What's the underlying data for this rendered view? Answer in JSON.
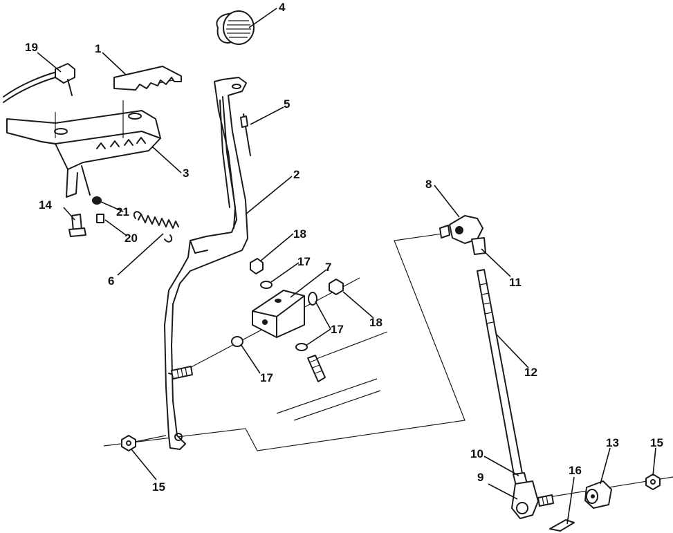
{
  "callouts": [
    {
      "id": "c1",
      "label": "1"
    },
    {
      "id": "c2",
      "label": "2"
    },
    {
      "id": "c3",
      "label": "3"
    },
    {
      "id": "c4",
      "label": "4"
    },
    {
      "id": "c5",
      "label": "5"
    },
    {
      "id": "c6",
      "label": "6"
    },
    {
      "id": "c7",
      "label": "7"
    },
    {
      "id": "c8",
      "label": "8"
    },
    {
      "id": "c9",
      "label": "9"
    },
    {
      "id": "c10",
      "label": "10"
    },
    {
      "id": "c11",
      "label": "11"
    },
    {
      "id": "c12",
      "label": "12"
    },
    {
      "id": "c13",
      "label": "13"
    },
    {
      "id": "c14",
      "label": "14"
    },
    {
      "id": "c15a",
      "label": "15"
    },
    {
      "id": "c15b",
      "label": "15"
    },
    {
      "id": "c16",
      "label": "16"
    },
    {
      "id": "c17a",
      "label": "17"
    },
    {
      "id": "c17b",
      "label": "17"
    },
    {
      "id": "c17c",
      "label": "17"
    },
    {
      "id": "c18a",
      "label": "18"
    },
    {
      "id": "c18b",
      "label": "18"
    },
    {
      "id": "c19",
      "label": "19"
    },
    {
      "id": "c20",
      "label": "20"
    },
    {
      "id": "c21",
      "label": "21"
    }
  ]
}
